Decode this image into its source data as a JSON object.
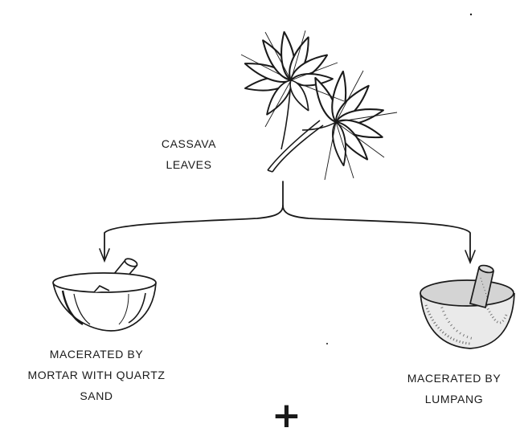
{
  "source": {
    "label_lines": [
      "CASSAVA",
      "LEAVES"
    ],
    "icon": "cassava-leaves-icon"
  },
  "methods": [
    {
      "label_lines": [
        "MACERATED BY",
        "MORTAR WITH QUARTZ",
        "SAND"
      ],
      "icon": "mortar-and-pestle-icon"
    },
    {
      "label_lines": [
        "MACERATED BY",
        "LUMPANG"
      ],
      "icon": "lumpang-icon"
    }
  ],
  "plus_symbol": "+",
  "colors": {
    "ink": "#1a1a1a",
    "background": "#ffffff"
  }
}
